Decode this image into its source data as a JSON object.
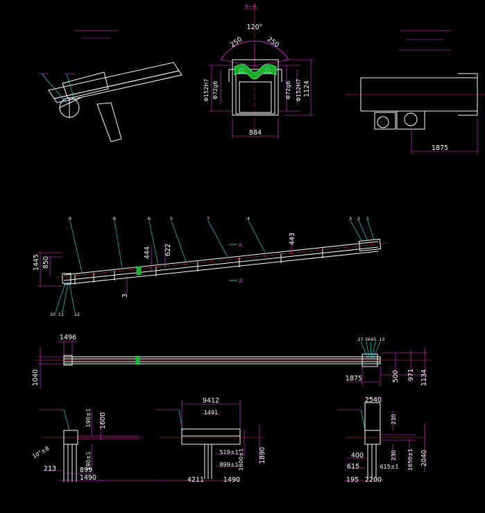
{
  "colors": {
    "background": "#000000",
    "outline": "#ffffff",
    "dimension": "#ff33ff",
    "centerline": "#ff3333",
    "callout": "#00ffff",
    "section_marker": "#33ff66",
    "belt_fill": "#22aa33"
  },
  "views": {
    "section_view": {
      "marker": "A—A",
      "angle": "120°",
      "radius_left": "250",
      "radius_right": "250",
      "dims_left": [
        "Φ152H7",
        "Φ72g6"
      ],
      "dims_right": [
        "Φ72g6",
        "Φ152H7"
      ],
      "height": "1124",
      "width": "884"
    },
    "top_right_view": {
      "length": "1875"
    },
    "elevation_view": {
      "callouts": [
        "9",
        "8",
        "6",
        "5",
        "7",
        "4",
        "3",
        "2",
        "1"
      ],
      "bottom_callouts": [
        "10",
        "11",
        "12"
      ],
      "dims": [
        "1445",
        "850",
        "444",
        "622",
        "443",
        "3"
      ],
      "section_marks": [
        "A",
        "A"
      ]
    },
    "plan_view": {
      "dims": [
        "1496",
        "1040",
        "1875",
        "500",
        "971",
        "1134"
      ],
      "callouts": [
        "2",
        "7",
        "3",
        "6",
        "4",
        "5",
        "13"
      ]
    },
    "detail_views": {
      "left": {
        "dims": [
          "190±1",
          "1600",
          "190±1",
          "899",
          "213",
          "1490"
        ],
        "angle": "10°±8"
      },
      "middle": {
        "dims": [
          "9412",
          "1491",
          "519±1",
          "899±1",
          "1600±1",
          "1890",
          "4211",
          "1490"
        ]
      },
      "right": {
        "dims": [
          "2540",
          "230",
          "400",
          "230",
          "615",
          "615±1",
          "1650±1",
          "2040",
          "195",
          "2200"
        ]
      }
    }
  }
}
